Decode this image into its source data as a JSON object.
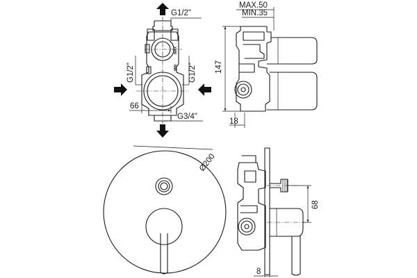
{
  "top_view": {
    "outlet_top": "G1/2\"",
    "inlet_left": "G1/2\"",
    "inlet_right": "G1/2\"",
    "width_dim": "66",
    "outlet_bottom": "G3/4\"",
    "body_mark_max": "MAX",
    "body_mark_min": "MIN"
  },
  "side_view_top": {
    "max_depth": "MAX.50",
    "min_depth": "MIN.35",
    "height_dim": "147",
    "base_dim": "18"
  },
  "plate_view": {
    "diameter": "Ø200"
  },
  "side_view_bottom": {
    "offset_dim": "68",
    "plate_thickness": "8"
  }
}
